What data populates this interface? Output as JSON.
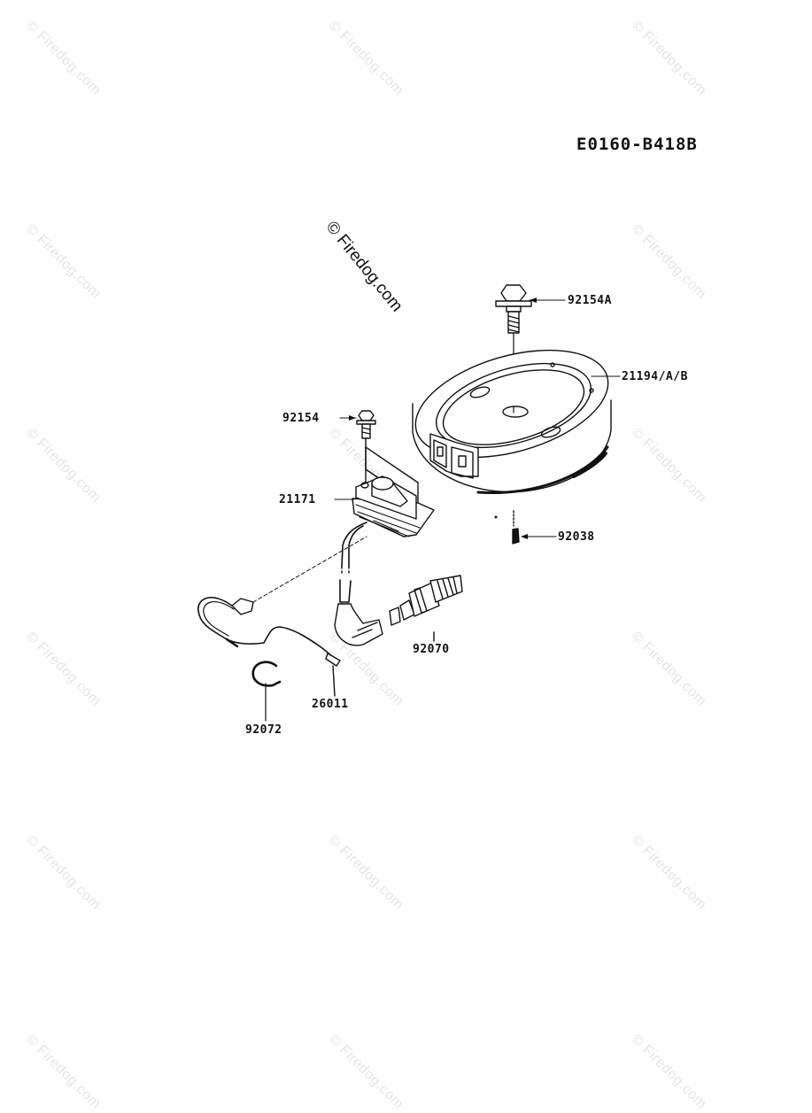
{
  "document": {
    "code": "E0160-B418B"
  },
  "watermark": {
    "center_text": "© Firedog.com",
    "tile_text": "© Firedog.com"
  },
  "parts": {
    "flywheel_bolt": "92154A",
    "flywheel": "21194/A/B",
    "coil_bolt": "92154",
    "ignition_coil": "21171",
    "key": "92038",
    "spark_plug": "92070",
    "stop_wire": "26011",
    "clamp": "92072"
  }
}
